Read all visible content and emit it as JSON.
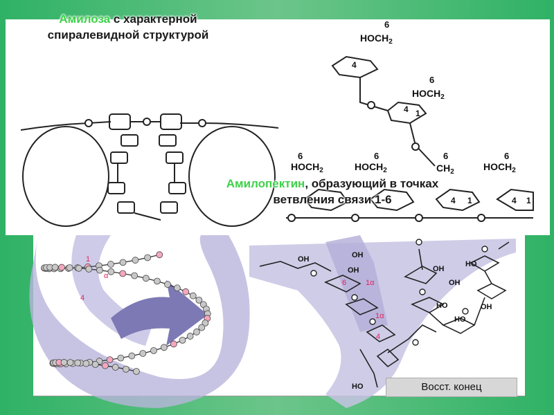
{
  "amylose": {
    "term": "Амилоза",
    "rest": " с характерной спиралевидной структурой"
  },
  "amylopectin": {
    "term": "Амилопектин",
    "rest": ", образующий в точках ветвления связи 1-6"
  },
  "formula": {
    "hoch2": "HOCH",
    "ch2": "CH",
    "sub2": "2",
    "ring_num_4": "4",
    "ring_num_1": "1",
    "ring_num_6": "6",
    "oxygen": "O"
  },
  "helix_labels": {
    "one": "1",
    "alpha": "α",
    "four": "4"
  },
  "branch_labels": {
    "oh": "OH",
    "ho": "HO",
    "six": "6",
    "one_alpha": "1α",
    "four": "4",
    "o": "O"
  },
  "reducing_end": "Восст. конец",
  "colors": {
    "accent_green": "#3ed14a",
    "band_purple": "#b9b5dc",
    "node_grey": "#c8c8c8",
    "node_pink": "#f4a7bd"
  }
}
